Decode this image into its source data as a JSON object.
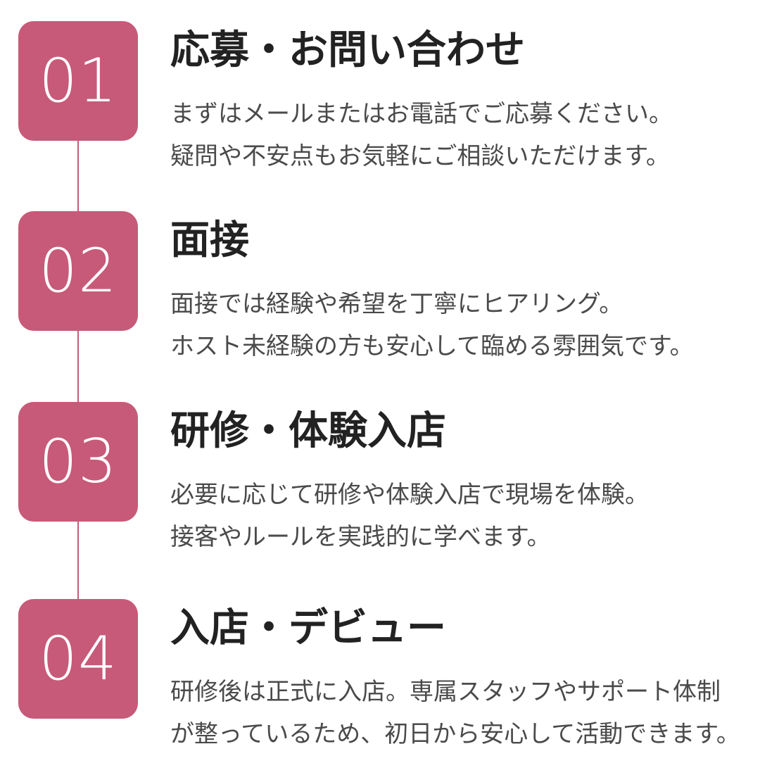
{
  "steps": [
    {
      "number": "01",
      "title": "応募・お問い合わせ",
      "lines": [
        "まずはメールまたはお電話でご応募ください。",
        "疑問や不安点もお気軽にご相談いただけます。"
      ]
    },
    {
      "number": "02",
      "title": "面接",
      "lines": [
        "面接では経験や希望を丁寧にヒアリング。",
        "ホスト未経験の方も安心して臨める雰囲気です。"
      ]
    },
    {
      "number": "03",
      "title": "研修・体験入店",
      "lines": [
        "必要に応じて研修や体験入店で現場を体験。",
        "接客やルールを実践的に学べます。"
      ]
    },
    {
      "number": "04",
      "title": "入店・デビュー",
      "lines": [
        "研修後は正式に入店。専属スタッフやサポート体制",
        "が整っているため、初日から安心して活動できます。"
      ]
    }
  ]
}
